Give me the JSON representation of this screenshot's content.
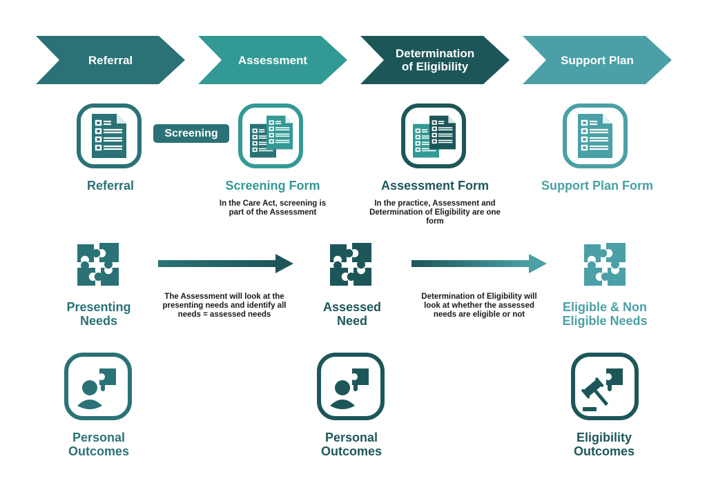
{
  "colors": {
    "referral": "#2a7276",
    "assessment": "#339994",
    "eligibility": "#1d5659",
    "support": "#4aa0a6",
    "note_text": "#1a1a1a",
    "background": "#ffffff"
  },
  "stages": [
    {
      "label": "Referral",
      "color": "#2a7276"
    },
    {
      "label": "Assessment",
      "color": "#339994"
    },
    {
      "label": "Determination of Eligibility",
      "color": "#1d5659"
    },
    {
      "label": "Support Plan",
      "color": "#4aa0a6"
    }
  ],
  "connector": {
    "label": "Screening",
    "color": "#2a7276"
  },
  "forms": [
    {
      "label": "Referral",
      "icon": "document-checklist-icon",
      "note": ""
    },
    {
      "label": "Screening Form",
      "icon": "stacked-documents-icon",
      "note": "In the Care Act, screening is part of the Assessment"
    },
    {
      "label": "Assessment Form",
      "icon": "stacked-documents-icon",
      "note": "In the practice, Assessment and Determination of Eligibility are one form"
    },
    {
      "label": "Support Plan Form",
      "icon": "document-checklist-icon",
      "note": ""
    }
  ],
  "needs": [
    {
      "label": "Presenting Needs",
      "icon": "puzzle-icon"
    },
    {
      "label": "Assessed Need",
      "icon": "puzzle-icon"
    },
    {
      "label": "Eligible & Non Eligible Needs",
      "icon": "puzzle-icon"
    }
  ],
  "transitions": [
    {
      "note": "The Assessment will look at the presenting needs and identify all needs = assessed needs"
    },
    {
      "note": "Determination of Eligibility will look at whether the assessed needs are eligible or not"
    }
  ],
  "outcomes": [
    {
      "label": "Personal Outcomes",
      "icon": "person-puzzle-icon"
    },
    {
      "label": "Personal Outcomes",
      "icon": "person-puzzle-icon"
    },
    {
      "label": "Eligibility Outcomes",
      "icon": "gavel-puzzle-icon"
    }
  ]
}
